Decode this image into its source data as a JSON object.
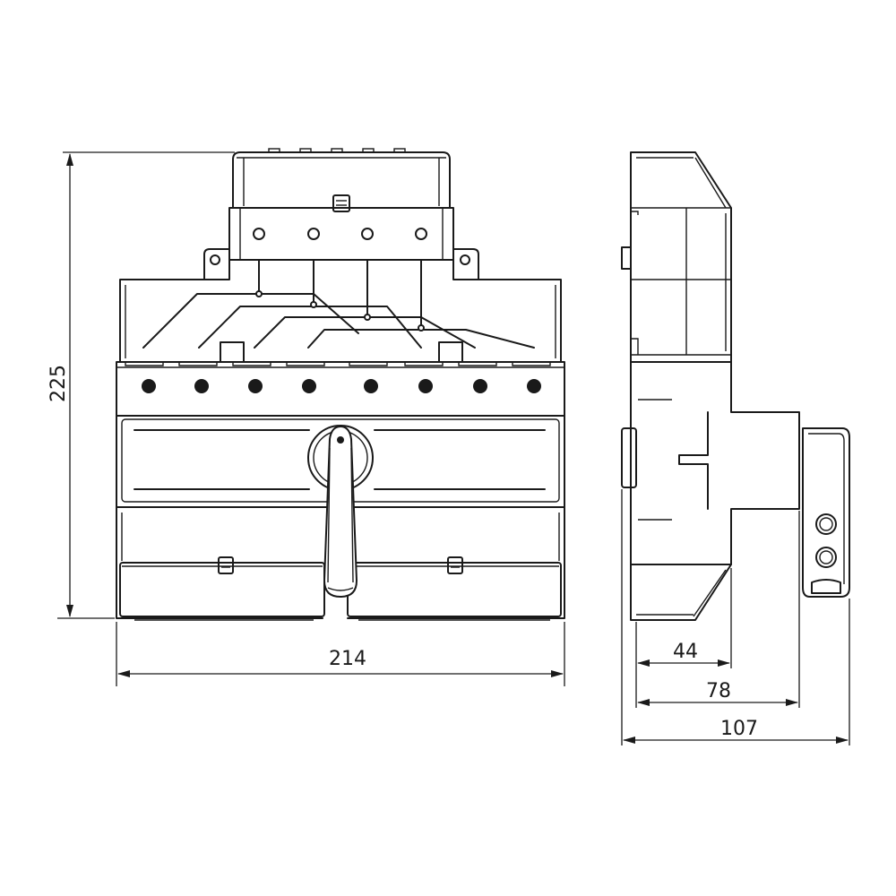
{
  "dimensions": {
    "height": "225",
    "width": "214",
    "depth_a": "44",
    "depth_b": "78",
    "depth_c": "107"
  },
  "colors": {
    "line": "#1a1a1a",
    "background": "#ffffff"
  }
}
